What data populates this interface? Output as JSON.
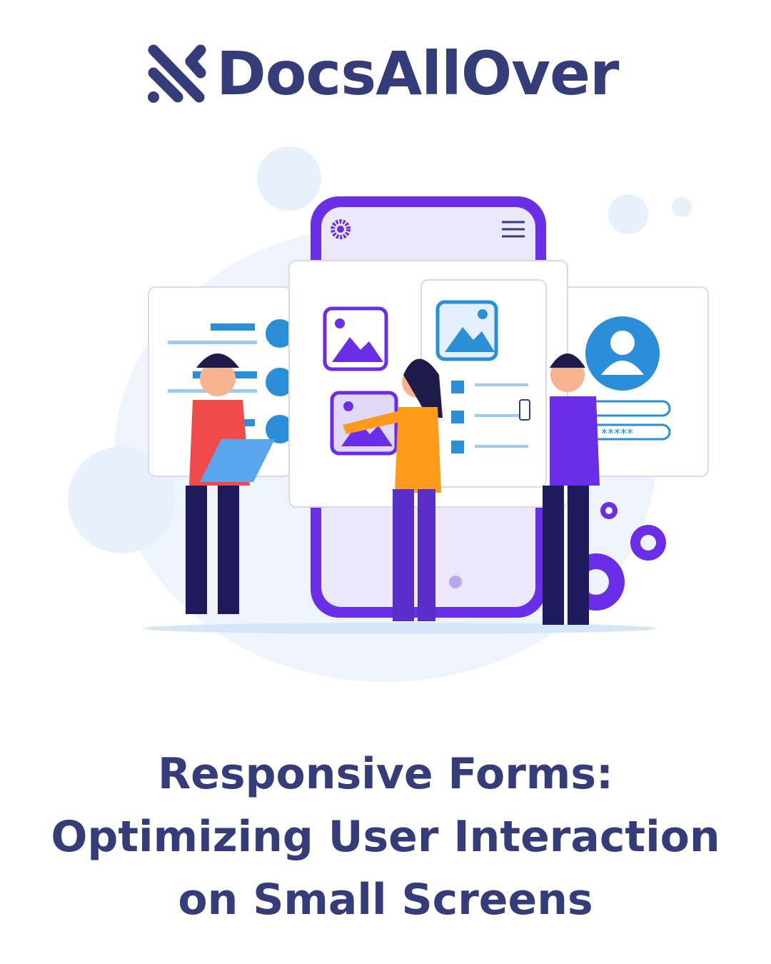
{
  "brand": {
    "name": "DocsAllOver",
    "color": "#353c7a"
  },
  "illustration": {
    "password_mask": "*****",
    "icons": [
      "gear-icon",
      "hamburger-menu-icon",
      "image-icon",
      "user-avatar-icon"
    ]
  },
  "title": {
    "lines": [
      "Responsive Forms:",
      "Optimizing User Interaction",
      "on Small Screens"
    ]
  },
  "colors": {
    "accent": "#6a2ee8",
    "blue": "#2a8fd6",
    "background_blob": "#eef4fc"
  }
}
